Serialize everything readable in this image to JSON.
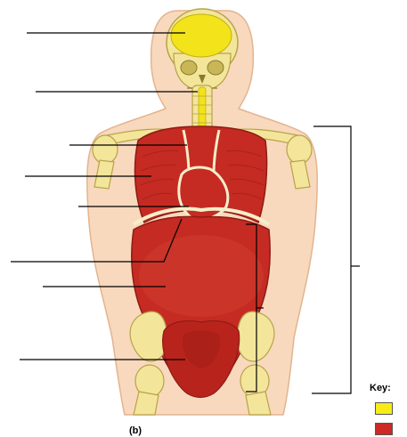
{
  "figure": {
    "caption": "(b)"
  },
  "key": {
    "title": "Key:",
    "items": [
      {
        "color": "#f7ec17"
      },
      {
        "color": "#cc2a22"
      }
    ]
  },
  "colors": {
    "skin": "#f8d9bd",
    "skin_outline": "#e3b48f",
    "bone": "#f3e69a",
    "bone_outline": "#b8a24a",
    "cranial_cavity": "#f2e31a",
    "cavity_red": "#c52b22",
    "cavity_dark": "#8f1b15",
    "membrane": "#f6eecb"
  },
  "label_lines": [
    {
      "target": "cranial-cavity"
    },
    {
      "target": "vertebral-canal"
    },
    {
      "target": "mediastinum"
    },
    {
      "target": "pleural-cavity"
    },
    {
      "target": "pericardial-cavity"
    },
    {
      "target": "diaphragm"
    },
    {
      "target": "abdominal-cavity"
    },
    {
      "target": "pelvic-cavity"
    }
  ],
  "brackets": [
    {
      "target": "ventral-body-cavity"
    },
    {
      "target": "abdominopelvic-cavity"
    }
  ]
}
